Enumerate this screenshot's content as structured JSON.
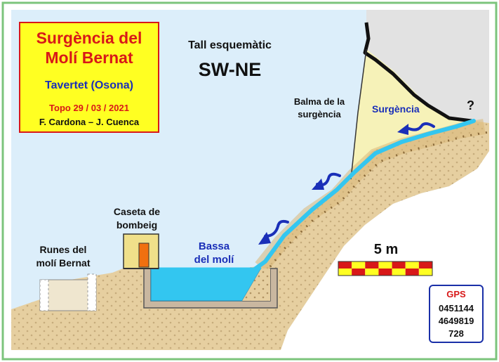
{
  "title": {
    "line1": "Surgència del",
    "line2": "Molí Bernat",
    "place": "Tavertet (Osona)",
    "topo": "Topo 29 / 03 / 2021",
    "authors": "F. Cardona – J. Cuenca"
  },
  "section": {
    "line1": "Tall esquemàtic",
    "line2": "SW-NE"
  },
  "labels": {
    "balma_1": "Balma de la",
    "balma_2": "surgència",
    "surgencia": "Surgència",
    "question": "?",
    "caseta_1": "Caseta de",
    "caseta_2": "bombeig",
    "bassa_1": "Bassa",
    "bassa_2": "del molí",
    "runes_1": "Runes del",
    "runes_2": "molí Bernat"
  },
  "scale": {
    "label": "5 m",
    "segments": 7
  },
  "gps": {
    "label": "GPS",
    "x": "0451144",
    "y": "4649819",
    "z": "728"
  },
  "colors": {
    "frame": "#7cc47c",
    "sky": "#dceefa",
    "rock": "#e6cfa0",
    "cave": "#f6f2b8",
    "water": "#33c6f0",
    "arrows": "#1a2fb8",
    "title_bg": "#ffff22",
    "title_red": "#d81818"
  }
}
